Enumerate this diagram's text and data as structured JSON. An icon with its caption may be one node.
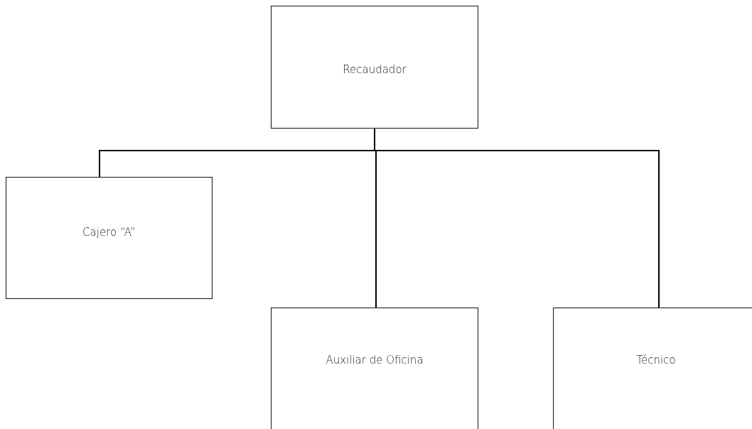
{
  "diagram": {
    "nodes": [
      {
        "text": [
          "Recaudador"
        ]
      },
      {
        "text": [
          "Cajero “A”"
        ]
      },
      {
        "text": [
          "Auxiliar de Oficina"
        ]
      },
      {
        "text": [
          "Técnico"
        ]
      }
    ],
    "edges": [
      {
        "from": 0,
        "to": 1,
        "arrow": "none"
      },
      {
        "from": 0,
        "to": 2,
        "arrow": "none"
      },
      {
        "from": 0,
        "to": 3,
        "arrow": "none"
      }
    ]
  }
}
